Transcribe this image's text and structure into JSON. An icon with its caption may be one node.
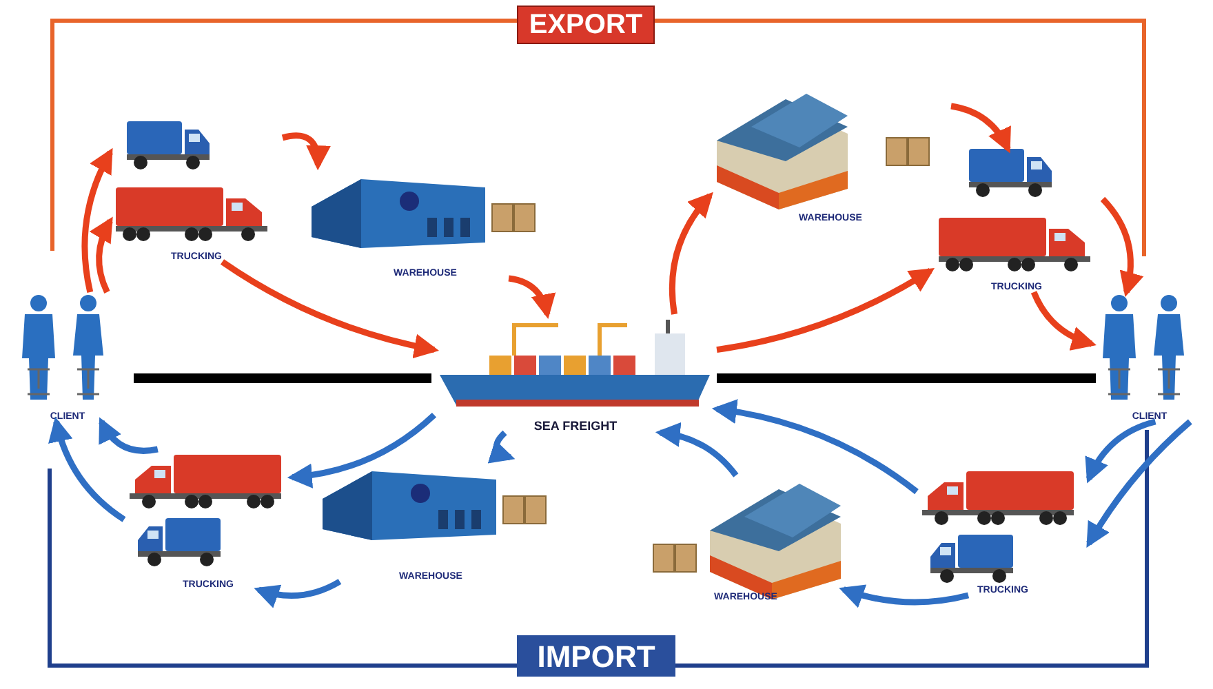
{
  "diagram": {
    "nodes": [
      {
        "text": [
          "CLIENT"
        ]
      },
      {
        "text": [
          "TRUCKING"
        ]
      },
      {
        "text": [
          "WAREHOUSE"
        ]
      },
      {
        "text": [
          "SEA FREIGHT"
        ]
      },
      {
        "text": [
          "WAREHOUSE"
        ]
      },
      {
        "text": [
          "TRUCKING"
        ]
      },
      {
        "text": [
          "CLIENT"
        ]
      },
      {
        "text": [
          "TRUCKING"
        ]
      },
      {
        "text": [
          "WAREHOUSE"
        ]
      },
      {
        "text": [
          "WAREHOUSE"
        ]
      },
      {
        "text": [
          "TRUCKING"
        ]
      }
    ],
    "edges": [
      {
        "from": 0,
        "to": 1,
        "arrow": "to"
      },
      {
        "from": 0,
        "to": 1,
        "arrow": "to"
      },
      {
        "from": 1,
        "to": 2,
        "arrow": "to"
      },
      {
        "from": 1,
        "to": 3,
        "arrow": "to"
      },
      {
        "from": 2,
        "to": 3,
        "arrow": "to"
      },
      {
        "from": 3,
        "to": 4,
        "arrow": "to"
      },
      {
        "from": 3,
        "to": 5,
        "arrow": "to"
      },
      {
        "from": 4,
        "to": 5,
        "arrow": "to"
      },
      {
        "from": 5,
        "to": 6,
        "arrow": "to"
      },
      {
        "from": 5,
        "to": 6,
        "arrow": "to"
      },
      {
        "from": 6,
        "to": 7,
        "arrow": "to",
        "color": "#2f6fc4"
      },
      {
        "from": 6,
        "to": 7,
        "arrow": "to",
        "color": "#2f6fc4"
      },
      {
        "from": 7,
        "to": 3,
        "arrow": "to",
        "color": "#2f6fc4"
      },
      {
        "from": 7,
        "to": 8,
        "arrow": "to",
        "color": "#2f6fc4"
      },
      {
        "from": 8,
        "to": 3,
        "arrow": "to",
        "color": "#2f6fc4"
      },
      {
        "from": 3,
        "to": 10,
        "arrow": "to",
        "color": "#2f6fc4"
      },
      {
        "from": 3,
        "to": 9,
        "arrow": "to",
        "color": "#2f6fc4"
      },
      {
        "from": 9,
        "to": 10,
        "arrow": "to",
        "color": "#2f6fc4"
      },
      {
        "from": 10,
        "to": 0,
        "arrow": "to",
        "color": "#2f6fc4"
      },
      {
        "from": 10,
        "to": 0,
        "arrow": "to",
        "color": "#2f6fc4"
      }
    ],
    "labels": [
      "EXPORT",
      "IMPORT"
    ]
  }
}
